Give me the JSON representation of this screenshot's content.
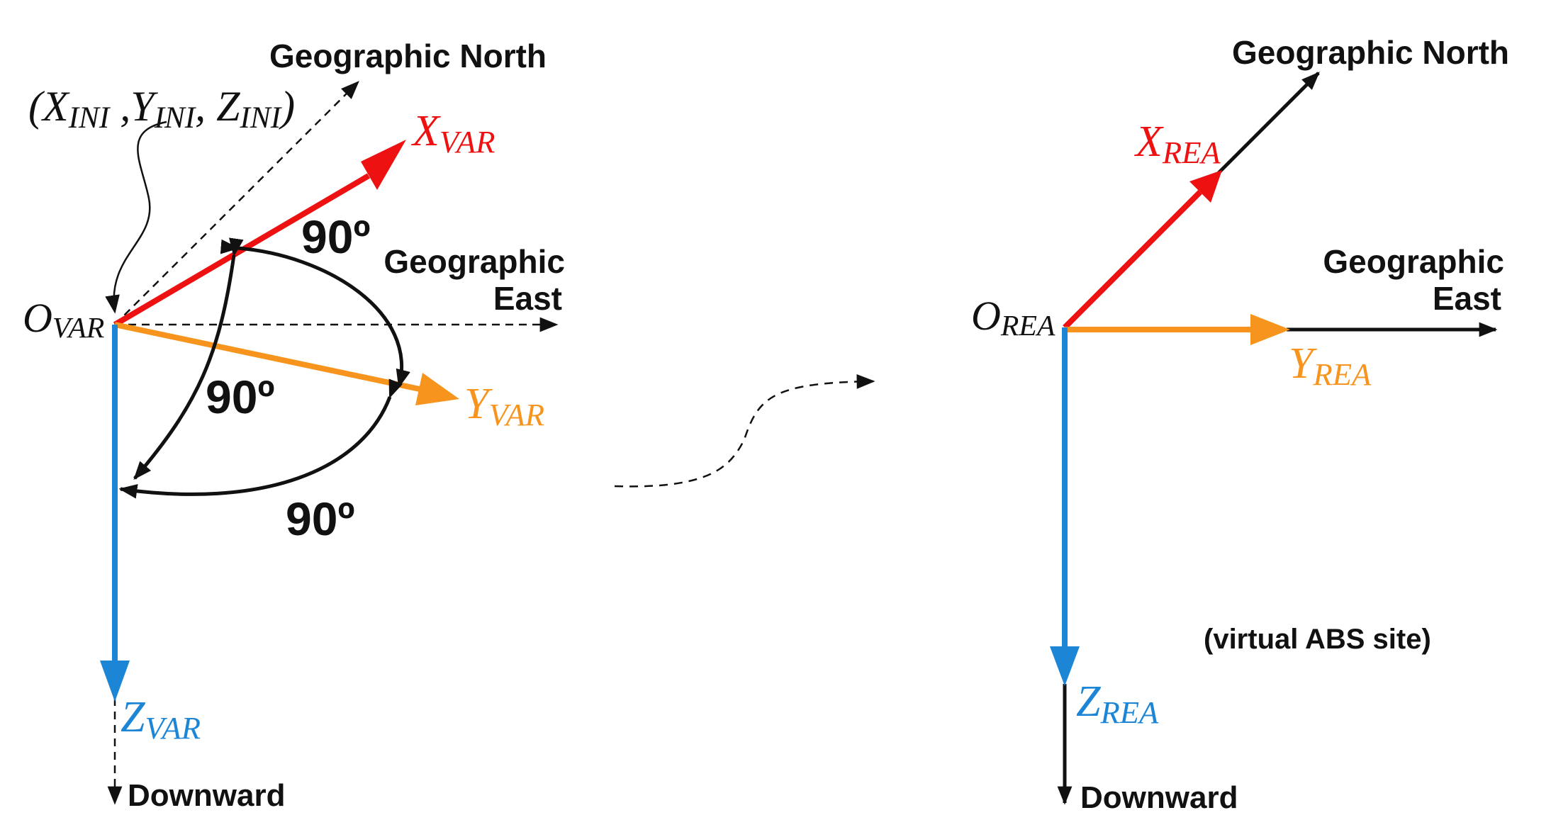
{
  "colors": {
    "x_axis": "#ee1111",
    "y_axis": "#f7941d",
    "z_axis": "#1c85d6",
    "reference": "#111111"
  },
  "left_frame": {
    "geographic_north": "Geographic North",
    "geographic_east_line1": "Geographic",
    "geographic_east_line2": "East",
    "downward": "Downward",
    "origin_main": "O",
    "origin_sub": "VAR",
    "x_main": "X",
    "x_sub": "VAR",
    "y_main": "Y",
    "y_sub": "VAR",
    "z_main": "Z",
    "z_sub": "VAR",
    "angle_xy": "90º",
    "angle_xz": "90º",
    "angle_yz": "90º",
    "initial_point": {
      "open": "(",
      "x": "X",
      "x_sub": "INI",
      "comma1": " ,",
      "y": "Y",
      "y_sub": "INI",
      "comma2": ", ",
      "z": "Z",
      "z_sub": "INI",
      "close": ")"
    }
  },
  "right_frame": {
    "geographic_north": "Geographic North",
    "geographic_east_line1": "Geographic",
    "geographic_east_line2": "East",
    "downward": "Downward",
    "site_label": "(virtual ABS site)",
    "origin_main": "O",
    "origin_sub": "REA",
    "x_main": "X",
    "x_sub": "REA",
    "y_main": "Y",
    "y_sub": "REA",
    "z_main": "Z",
    "z_sub": "REA"
  }
}
